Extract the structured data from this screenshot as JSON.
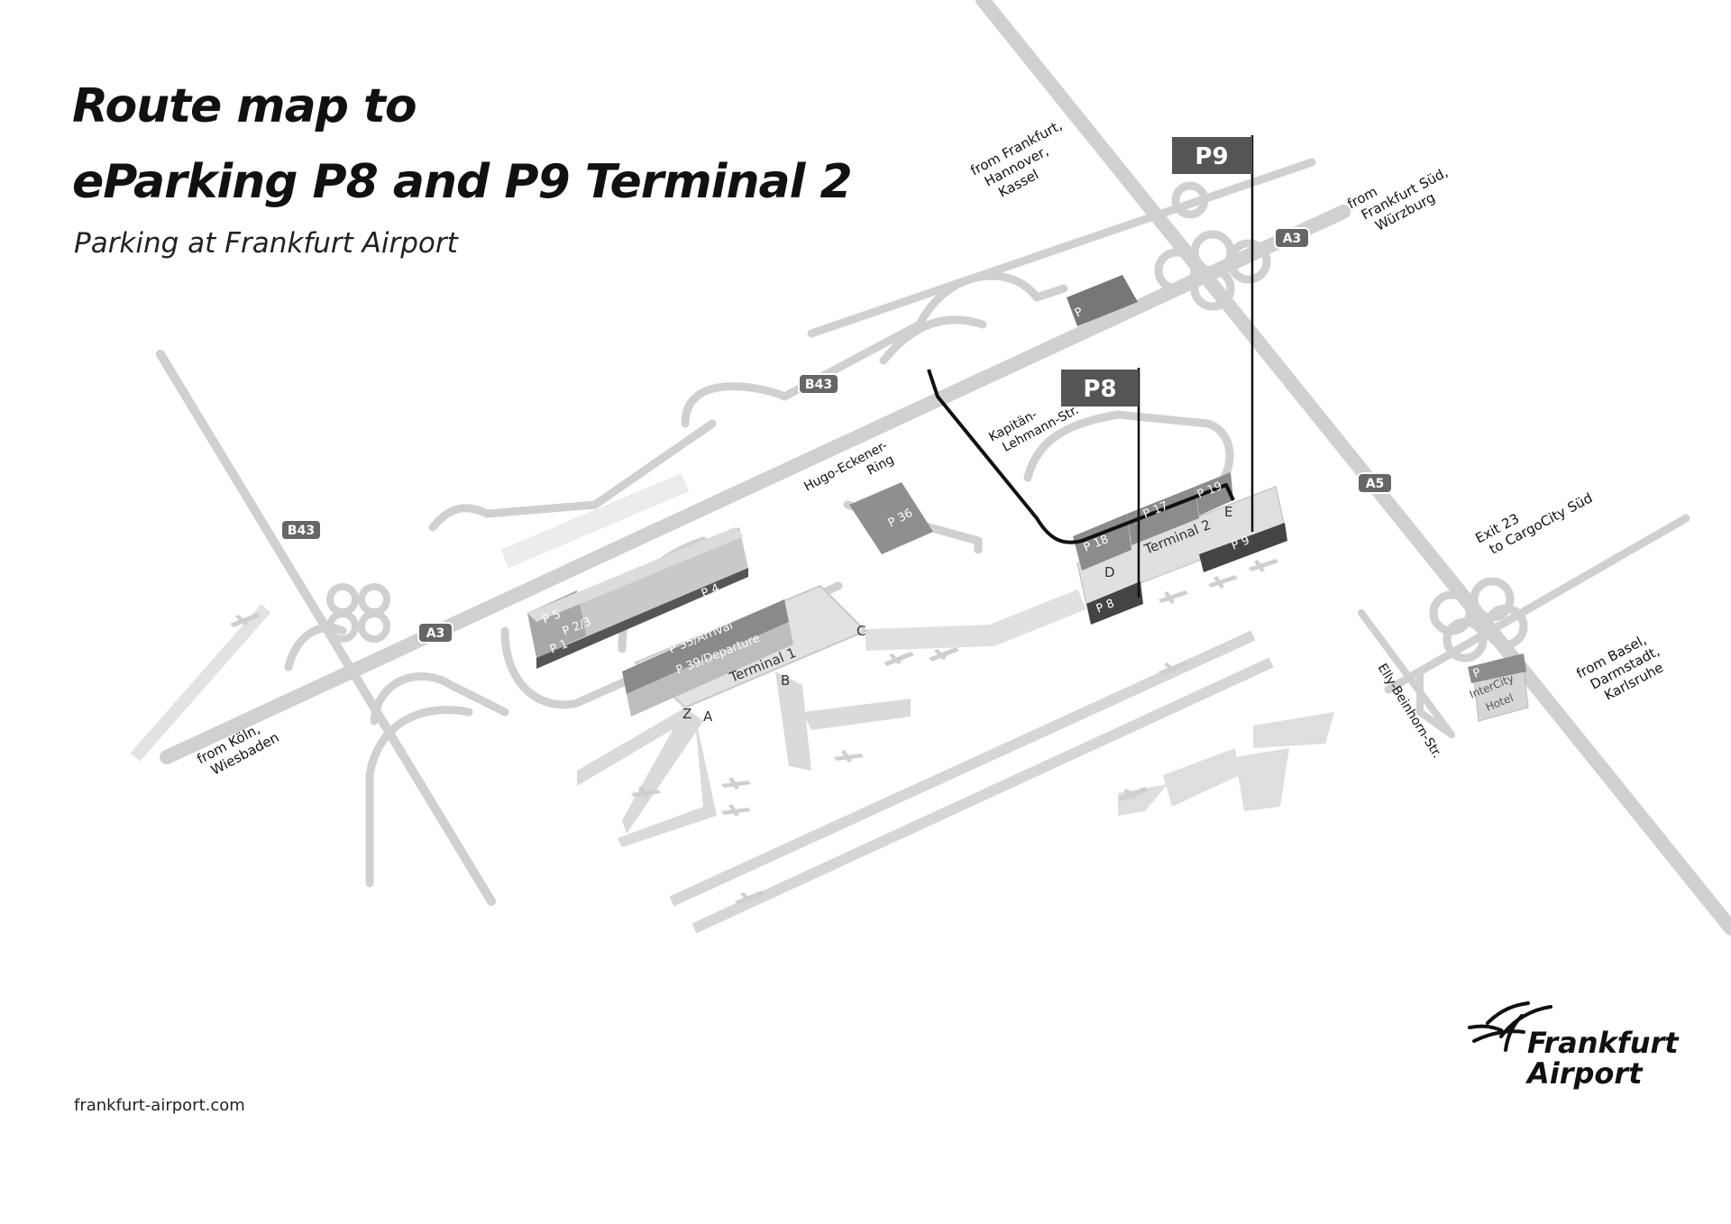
{
  "title_line1": "Route map to",
  "title_line2": "eParking P8 and P9 Terminal 2",
  "subtitle": "Parking at Frankfurt Airport",
  "website": "frankfurt-airport.com",
  "logo": {
    "line1": "Frankfurt",
    "line2": "Airport"
  },
  "flags": {
    "p8": "P8",
    "p9": "P9"
  },
  "road_shields": {
    "a3_west": "A3",
    "a3_east": "A3",
    "a5": "A5",
    "b43_west": "B43",
    "b43_mid": "B43"
  },
  "directions": {
    "from_frankfurt_1": "from Frankfurt,",
    "from_frankfurt_2": "Hannover,",
    "from_frankfurt_3": "Kassel",
    "from_sued_1": "from",
    "from_sued_2": "Frankfurt Süd,",
    "from_sued_3": "Würzburg",
    "from_koeln_1": "from Köln,",
    "from_koeln_2": "Wiesbaden",
    "from_basel_1": "from Basel,",
    "from_basel_2": "Darmstadt,",
    "from_basel_3": "Karlsruhe",
    "exit_1": "Exit 23",
    "exit_2": "to CargoCity Süd"
  },
  "streets": {
    "kapitaen_1": "Kapitän-",
    "kapitaen_2": "Lehmann-Str.",
    "hugo_1": "Hugo-Eckener-",
    "hugo_2": "Ring",
    "elly": "Elly-Beinhorn-Str."
  },
  "parking": {
    "p5": "P 5",
    "p23": "P 2/3",
    "p1": "P 1",
    "p4": "P 4",
    "p35": "P 35/Arrival",
    "p39": "P 39/Departure",
    "p36": "P 36",
    "p18": "P 18",
    "p17": "P 17",
    "p19": "P 19",
    "p8": "P 8",
    "p9": "P 9",
    "p_north": "P",
    "p_hotel": "P"
  },
  "terminals": {
    "t1": "Terminal 1",
    "t2": "Terminal 2",
    "pier_a": "A",
    "pier_b": "B",
    "pier_c": "C",
    "pier_z": "Z",
    "pier_d": "D",
    "pier_e": "E"
  },
  "hotel": {
    "line1": "InterCity",
    "line2": "Hotel"
  },
  "colors": {
    "road": "#d0d0d0",
    "road_dark": "#bdbdbd",
    "building": "#dcdcdc",
    "parking_dark": "#5a5a5a",
    "flag": "#555555",
    "route": "#111111"
  }
}
